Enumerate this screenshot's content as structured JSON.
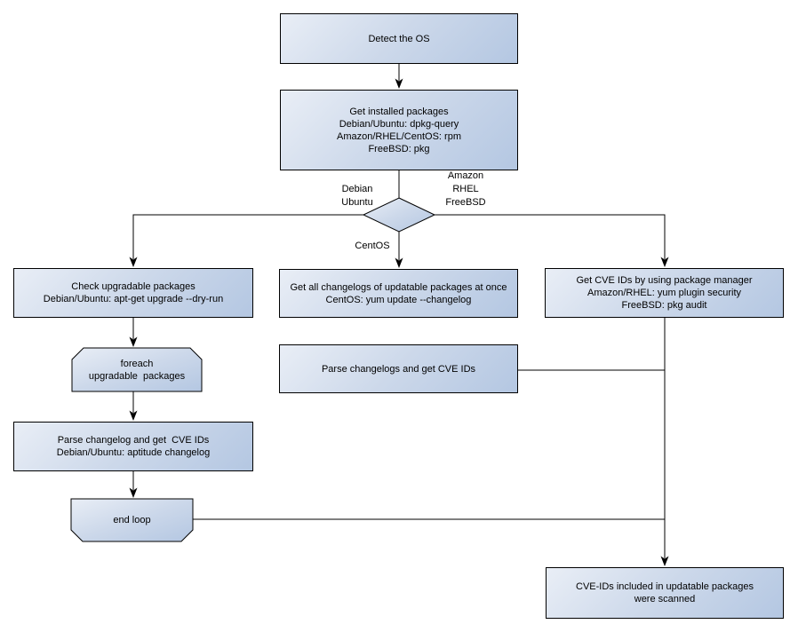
{
  "colors": {
    "background": "#ffffff",
    "node_fill_start": "#e9eef6",
    "node_fill_end": "#b4c7e2",
    "node_border": "#000000",
    "connector": "#000000",
    "text": "#000000"
  },
  "nodes": {
    "detect_os": {
      "label": "Detect the OS"
    },
    "get_installed_packages": {
      "label": "Get installed packages\nDebian/Ubuntu: dpkg-query\nAmazon/RHEL/CentOS: rpm\nFreeBSD: pkg"
    },
    "check_upgradable": {
      "label": "Check upgradable packages\nDebian/Ubuntu: apt-get upgrade --dry-run"
    },
    "foreach_loop": {
      "label": "foreach\nupgradable  packages"
    },
    "parse_changelog": {
      "label": "Parse changelog and get  CVE IDs\nDebian/Ubuntu: aptitude changelog"
    },
    "end_loop": {
      "label": "end loop"
    },
    "get_all_changelogs": {
      "label": "Get all changelogs of updatable packages at once\nCentOS: yum update --changelog"
    },
    "parse_changelogs": {
      "label": "Parse changelogs and get CVE IDs"
    },
    "get_cve_by_pkg_manager": {
      "label": "Get CVE IDs by using package manager\nAmazon/RHEL: yum plugin security\nFreeBSD: pkg audit"
    },
    "result": {
      "label": "CVE-IDs included in updatable packages\nwere scanned"
    }
  },
  "edge_labels": {
    "debian_ubuntu": "Debian\nUbuntu",
    "amazon_rhel_freebsd": "Amazon\nRHEL\nFreeBSD",
    "centos": "CentOS"
  }
}
